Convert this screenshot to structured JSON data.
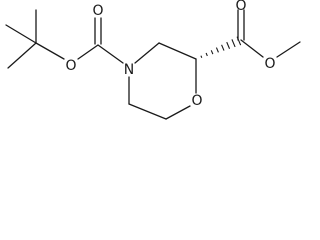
{
  "molecule": {
    "atoms": {
      "ring_nitrogen": "N",
      "ring_oxygen": "O",
      "boc_carbonyl_oxygen": "O",
      "boc_ester_oxygen": "O",
      "ester_carbonyl_oxygen": "O",
      "ester_oxygen": "O"
    },
    "stereo_bond": "hashed-wedge"
  }
}
